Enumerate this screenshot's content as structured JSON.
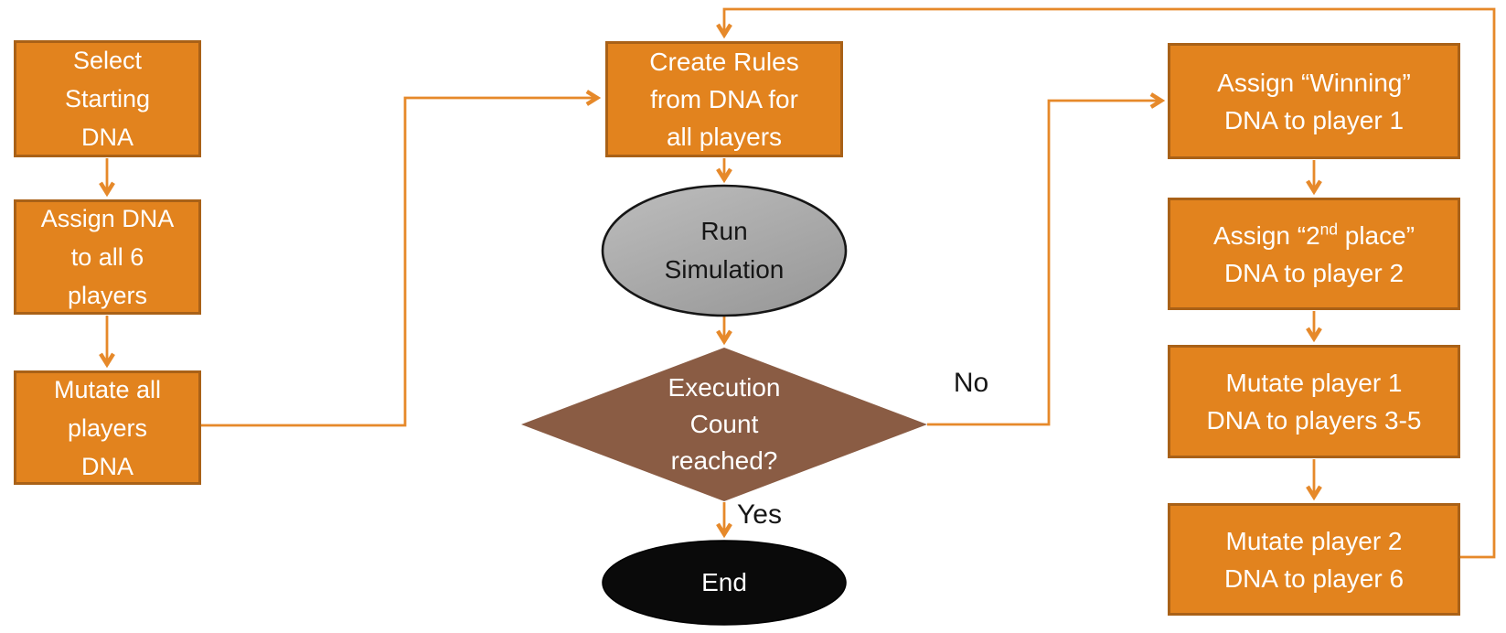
{
  "diagram_type": "flowchart",
  "nodes": {
    "select_dna": {
      "lines": [
        "Select",
        "Starting",
        "DNA"
      ]
    },
    "assign_dna": {
      "lines": [
        "Assign DNA",
        "to all 6",
        "players"
      ]
    },
    "mutate_all": {
      "lines": [
        "Mutate all",
        "players",
        "DNA"
      ]
    },
    "create_rules": {
      "lines": [
        "Create Rules",
        "from DNA for",
        "all players"
      ]
    },
    "run_simulation": {
      "lines": [
        "Run",
        "Simulation"
      ]
    },
    "decision": {
      "lines": [
        "Execution",
        "Count",
        "reached?"
      ]
    },
    "end": {
      "label": "End"
    },
    "assign_winning": {
      "lines": [
        "Assign “Winning”",
        "DNA to player 1"
      ]
    },
    "assign_second": {
      "line1_prefix": "Assign “2",
      "line1_sup": "nd",
      "line1_suffix": " place”",
      "line2": "DNA to player 2"
    },
    "mutate_p1": {
      "lines": [
        "Mutate player 1",
        "DNA to players 3-5"
      ]
    },
    "mutate_p2": {
      "lines": [
        "Mutate player 2",
        "DNA to player 6"
      ]
    }
  },
  "edges": {
    "no_label": "No",
    "yes_label": "Yes"
  },
  "colors": {
    "box_fill": "#E2831E",
    "box_border": "#A96117",
    "arrow": "#E6892A",
    "decision_fill": "#8A5C44",
    "terminator_fill": "#0A0A0A",
    "process_gray_fill": "#ABABAB"
  }
}
